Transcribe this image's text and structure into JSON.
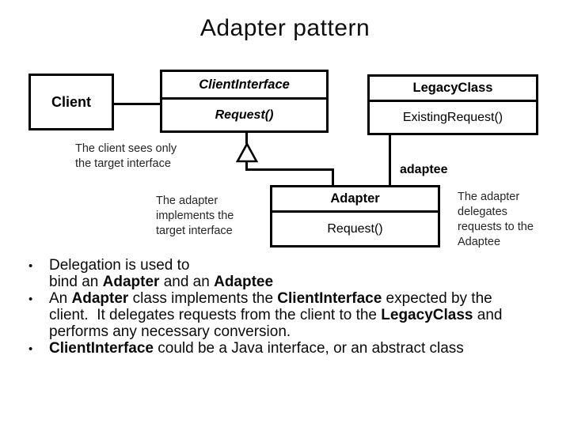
{
  "slide": {
    "title": "Adapter pattern",
    "background_color": "#ffffff",
    "line_color": "#000000",
    "text_color": "#000000"
  },
  "diagram": {
    "client": {
      "name": "Client"
    },
    "client_interface": {
      "name": "ClientInterface",
      "method": "Request()"
    },
    "legacy_class": {
      "name": "LegacyClass",
      "method": "ExistingRequest()"
    },
    "adapter": {
      "name": "Adapter",
      "method": "Request()"
    },
    "adaptee_label": "adaptee",
    "note_client": "The client sees only\nthe target interface",
    "note_adapter_left": "The adapter\nimplements the\ntarget interface",
    "note_adapter_right": "The adapter\ndelegates\nrequests to the\nAdaptee"
  },
  "bullet_char": "•",
  "bullets": [
    {
      "lines": [
        [
          {
            "t": "Delegation is used to"
          }
        ],
        [
          {
            "t": "bind an "
          },
          {
            "t": "Adapter",
            "b": true
          },
          {
            "t": " and an "
          },
          {
            "t": "Adaptee",
            "b": true
          }
        ]
      ]
    },
    {
      "lines": [
        [
          {
            "t": "An "
          },
          {
            "t": "Adapter",
            "b": true
          },
          {
            "t": " class implements the "
          },
          {
            "t": "ClientInterface",
            "b": true
          },
          {
            "t": " expected by the"
          }
        ],
        [
          {
            "t": "client.  It delegates requests from the client to the "
          },
          {
            "t": "LegacyClass",
            "b": true
          },
          {
            "t": " and"
          }
        ],
        [
          {
            "t": "performs any necessary conversion."
          }
        ]
      ]
    },
    {
      "lines": [
        [
          {
            "t": "ClientInterface",
            "b": true
          },
          {
            "t": " could be a Java interface, or an abstract class"
          }
        ]
      ]
    }
  ]
}
